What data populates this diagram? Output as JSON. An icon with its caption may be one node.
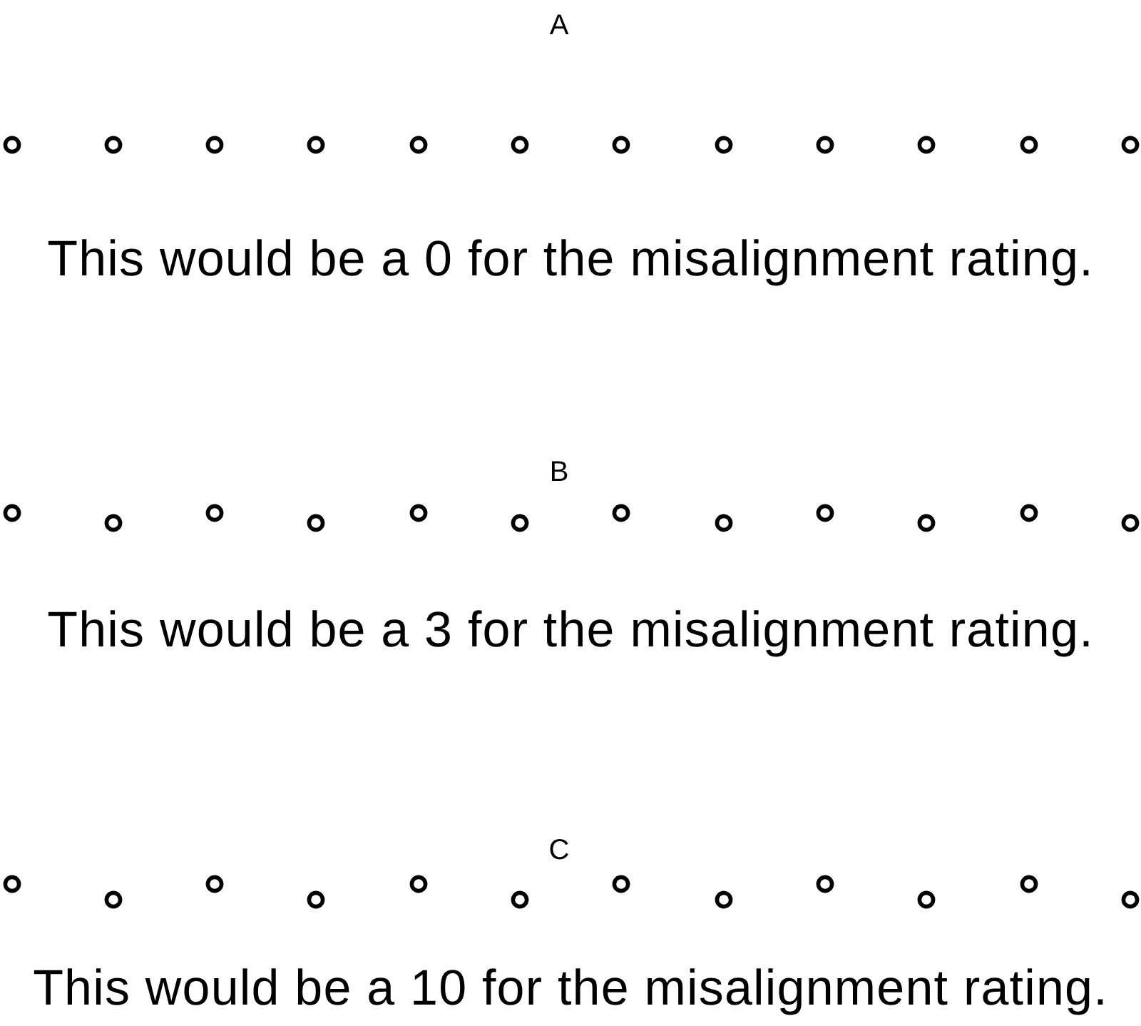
{
  "diagram": {
    "labels": [
      "A",
      "This would be a 0 for the misalignment rating.",
      "B",
      "This would be a 3 for the misalignment rating.",
      "C",
      "This would be a 10 for the misalignment rating."
    ]
  }
}
